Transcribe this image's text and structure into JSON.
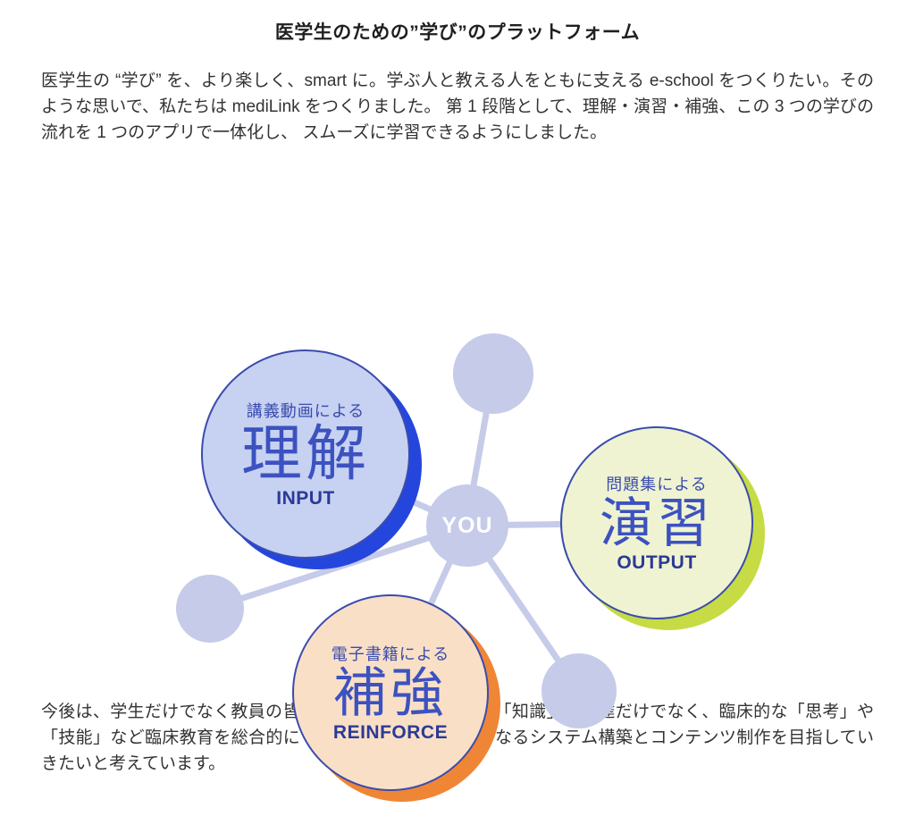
{
  "page": {
    "title": "医学生のための”学び”のプラットフォーム",
    "intro": "医学生の “学び” を、より楽しく、smart に。学ぶ人と教える人をともに支える e-school をつくりたい。そのような思いで、私たちは mediLink をつくりました。 第 1 段階として、理解・演習・補強、この 3 つの学びの流れを 1 つのアプリで一体化し、 スムーズに学習できるようにしました。",
    "outro": "今後は、学生だけでなく教員の皆様や大学のIRを支援し、 「知識」の伝達だけでなく、臨床的な「思考」や「技能」など臨床教育を総合的にサポートできるよう さらなるシステム構築とコンテンツ制作を目指していきたいと考えています。"
  },
  "diagram": {
    "center": {
      "label": "YOU"
    },
    "nodes": [
      {
        "id": "understand",
        "category": "講義動画による",
        "kanji": "理解",
        "english": "INPUT",
        "fill": "#c7d1f1",
        "shadow": "#2546dd"
      },
      {
        "id": "practice",
        "category": "問題集による",
        "kanji": "演習",
        "english": "OUTPUT",
        "fill": "#eff3d1",
        "shadow": "#c6db44"
      },
      {
        "id": "reinforce",
        "category": "電子書籍による",
        "kanji": "補強",
        "english": "REINFORCE",
        "fill": "#f9dfc6",
        "shadow": "#ef8636"
      }
    ],
    "colors": {
      "connector": "#c5cbe8",
      "outline": "#3a4cae",
      "kanji_text": "#3c52c0",
      "english_text": "#2b3a96"
    }
  }
}
